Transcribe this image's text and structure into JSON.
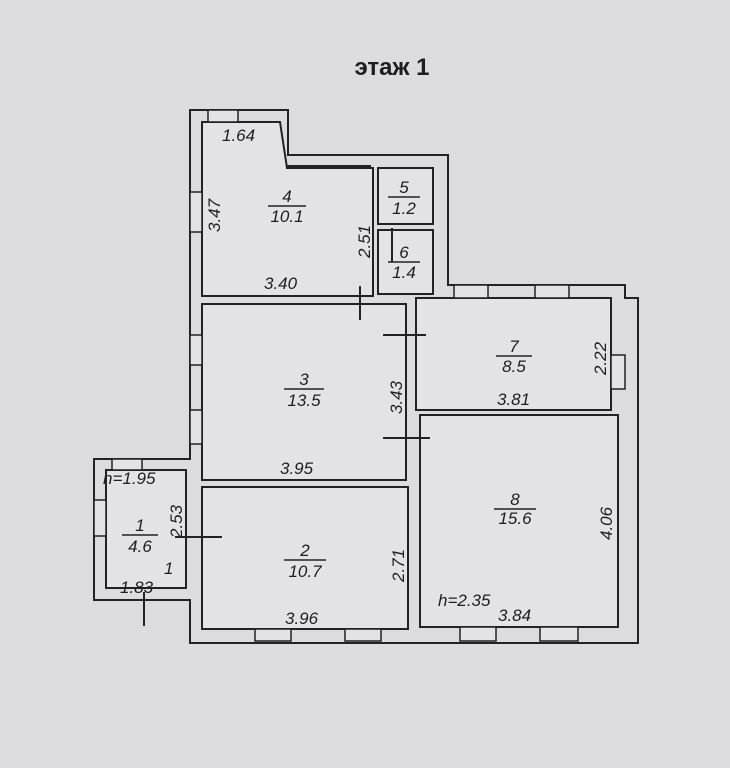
{
  "plan": {
    "title": "этаж 1",
    "rooms": [
      {
        "id": "r1",
        "number": "1",
        "area": "4.6"
      },
      {
        "id": "r2",
        "number": "2",
        "area": "10.7"
      },
      {
        "id": "r3",
        "number": "3",
        "area": "13.5"
      },
      {
        "id": "r4",
        "number": "4",
        "area": "10.1"
      },
      {
        "id": "r5",
        "number": "5",
        "area": "1.2"
      },
      {
        "id": "r6",
        "number": "6",
        "area": "1.4"
      },
      {
        "id": "r7",
        "number": "7",
        "area": "8.5"
      },
      {
        "id": "r8",
        "number": "8",
        "area": "15.6"
      }
    ],
    "dimensions": {
      "r4_top": "1.64",
      "r4_left": "3.47",
      "r4_bottom": "3.40",
      "r4_right": "2.51",
      "r3_right": "3.43",
      "r3_bottom": "3.95",
      "r7_right": "2.22",
      "r7_bottom": "3.81",
      "r8_right": "4.06",
      "r8_bottom": "3.84",
      "r2_right": "2.71",
      "r2_bottom": "3.96",
      "r1_right": "2.53",
      "r1_bottom": "1.83",
      "r1_inner": "1"
    },
    "heights": {
      "r1": "h=1.95",
      "r8": "h=2.35"
    }
  }
}
